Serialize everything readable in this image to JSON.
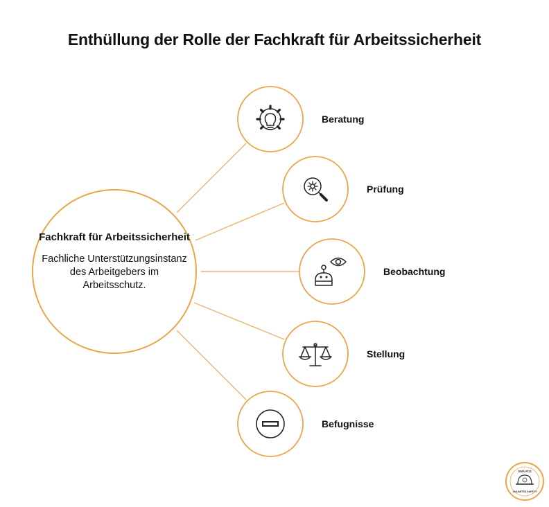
{
  "title": "Enthüllung der Rolle der Fachkraft für Arbeitssicherheit",
  "center": {
    "title": "Fachkraft für Arbeitssicherheit",
    "description": "Fachliche Unterstützungsinstanz des Arbeitgebers im Arbeitsschutz."
  },
  "nodes": [
    {
      "label": "Beratung",
      "icon": "lightbulb-gear-icon"
    },
    {
      "label": "Prüfung",
      "icon": "magnifier-gear-icon"
    },
    {
      "label": "Beobachtung",
      "icon": "observer-eye-icon"
    },
    {
      "label": "Stellung",
      "icon": "balance-scale-icon"
    },
    {
      "label": "Befugnisse",
      "icon": "minus-circle-icon"
    }
  ],
  "logo": {
    "text_top": "GMA-FI12",
    "text_bottom": "UNLIMITED SAFETY"
  },
  "colors": {
    "accent": "#E8A64A",
    "line": "#E8B470",
    "text": "#111111"
  }
}
